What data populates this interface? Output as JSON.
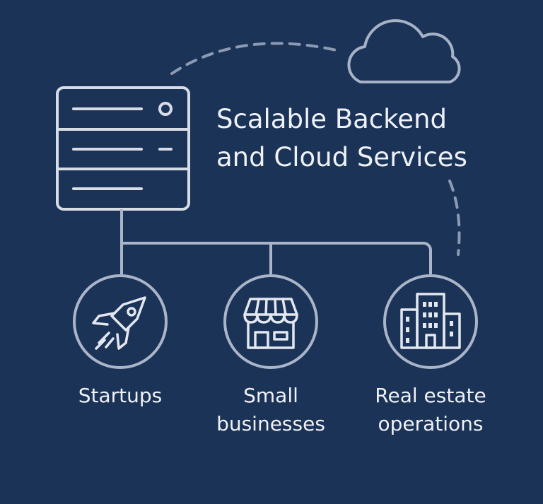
{
  "title": {
    "line1": "Scalable Backend",
    "line2": "and Cloud Services"
  },
  "nodes": [
    {
      "label_lines": [
        "Startups"
      ],
      "icon": "rocket-icon"
    },
    {
      "label_lines": [
        "Small",
        "businesses"
      ],
      "icon": "storefront-icon"
    },
    {
      "label_lines": [
        "Real estate",
        "operations"
      ],
      "icon": "buildings-icon"
    }
  ],
  "icons": {
    "server": "server-rack-icon",
    "cloud": "cloud-icon"
  },
  "colors": {
    "background": "#1c3358",
    "stroke": "#d7dde7",
    "text": "#eef1f6"
  }
}
